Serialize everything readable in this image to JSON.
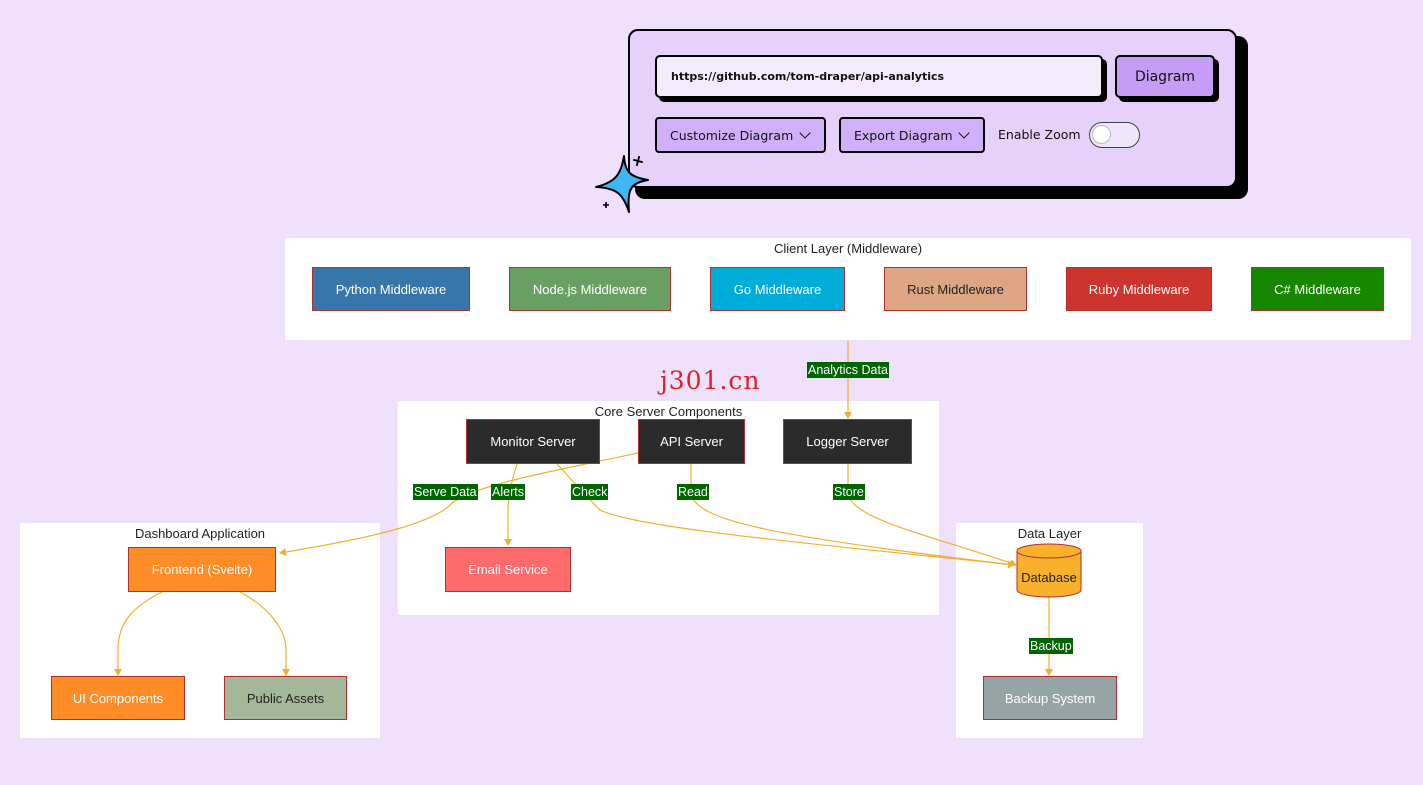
{
  "controls": {
    "url_value": "https://github.com/tom-draper/api-analytics",
    "diagram_button": "Diagram",
    "customize_dropdown": "Customize Diagram",
    "export_dropdown": "Export Diagram",
    "zoom_label": "Enable Zoom",
    "zoom_enabled": false
  },
  "watermark": "j301.cn",
  "clusters": {
    "client": "Client Layer (Middleware)",
    "core": "Core Server Components",
    "dashboard": "Dashboard Application",
    "data": "Data Layer"
  },
  "nodes": {
    "python": "Python Middleware",
    "nodejs": "Node.js Middleware",
    "go": "Go Middleware",
    "rust": "Rust Middleware",
    "ruby": "Ruby Middleware",
    "csharp": "C# Middleware",
    "monitor": "Monitor Server",
    "api": "API Server",
    "logger": "Logger Server",
    "email": "Email Service",
    "frontend": "Frontend (Svelte)",
    "ui": "UI Components",
    "assets": "Public Assets",
    "database": "Database",
    "backup": "Backup System"
  },
  "edges": {
    "analytics": "Analytics Data",
    "serve": "Serve Data",
    "alerts": "Alerts",
    "check": "Check",
    "read": "Read",
    "store": "Store",
    "backup": "Backup"
  },
  "colors": {
    "background": "#efe0fc",
    "card": "#e6d1fb",
    "diagram_button": "#c69cf7",
    "edge": "#f2ae2d",
    "edge_label_bg": "#006400",
    "python": "#3776ab",
    "nodejs": "#68a063",
    "go": "#00add8",
    "rust": "#dea584",
    "ruby": "#cc342d",
    "csharp": "#178600",
    "server": "#2b2b2b",
    "email": "#ff6b6b",
    "frontend": "#ff8c26",
    "assets": "#a3b898",
    "database": "#f9b02c",
    "backup": "#95a5a6"
  },
  "icons": {
    "dropdown": "chevron-down-icon",
    "decoration": "sparkle-icon"
  }
}
